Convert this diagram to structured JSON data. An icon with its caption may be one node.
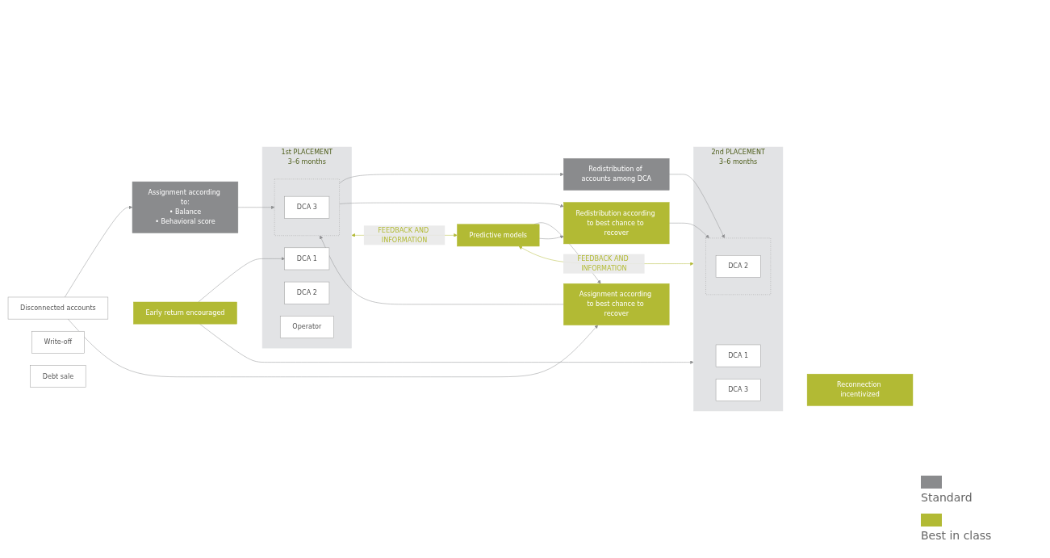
{
  "diagram": {
    "nodes": [
      {
        "text": [
          "Disconnected accounts"
        ]
      },
      {
        "text": [
          "Assignment according to:",
          "• Balance",
          "• Behavioral score"
        ]
      },
      {
        "text": [
          "Assignment according to best chance to recover"
        ]
      },
      {
        "text": [
          "1st PLACEMENT",
          "3–6 months"
        ]
      },
      {
        "text": [
          "DCA 1"
        ],
        "in": 3
      },
      {
        "text": [
          "DCA 2"
        ],
        "in": 3
      },
      {
        "text": [],
        "shape": "box",
        "in": 3
      },
      {
        "text": [
          "DCA 3"
        ],
        "in": 6
      },
      {
        "text": [
          "Operator"
        ],
        "in": 3
      },
      {
        "text": [
          "Early return encouraged"
        ]
      },
      {
        "text": [
          "Redistribution of accounts among DCA"
        ]
      },
      {
        "text": [
          "Redistribution according to best chance to recover"
        ]
      },
      {
        "text": [
          "2nd PLACEMENT",
          "3–6 months"
        ]
      },
      {
        "text": [
          "DCA 1"
        ],
        "in": 12
      },
      {
        "text": [],
        "shape": "box",
        "in": 12
      },
      {
        "text": [
          "DCA 2"
        ],
        "in": 14
      },
      {
        "text": [
          "DCA 3"
        ],
        "in": 12
      },
      {
        "text": [
          "Reconnection incentivized"
        ]
      },
      {
        "text": [
          "Write-off"
        ]
      },
      {
        "text": [
          "Debt sale"
        ]
      },
      {
        "text": [
          "Predictive models"
        ]
      }
    ],
    "edges": [
      {
        "from": 0,
        "to": 1,
        "arrow": "to"
      },
      {
        "from": 0,
        "to": 2,
        "arrow": "to"
      },
      {
        "from": 1,
        "to": 6,
        "arrow": "to"
      },
      {
        "from": 2,
        "to": 6,
        "arrow": "to"
      },
      {
        "from": 6,
        "to": 10,
        "arrow": "to"
      },
      {
        "from": 6,
        "to": 11,
        "arrow": "to"
      },
      {
        "from": 10,
        "to": 14,
        "arrow": "to"
      },
      {
        "from": 11,
        "to": 14,
        "arrow": "to"
      },
      {
        "from": 9,
        "to": 4,
        "arrow": "to"
      },
      {
        "from": 9,
        "to": 12,
        "arrow": "to"
      },
      {
        "from": 20,
        "to": 2,
        "arrow": "to"
      },
      {
        "from": 3,
        "to": 20,
        "arrow": "both",
        "label": "FEEDBACK AND INFORMATION",
        "color": "#b2ba34"
      },
      {
        "from": 20,
        "to": 12,
        "arrow": "both",
        "label": "FEEDBACK AND INFORMATION",
        "color": "#b2ba34"
      },
      {
        "from": 20,
        "to": 11,
        "arrow": "to"
      }
    ],
    "legend": [
      {
        "text": "Standard",
        "color": "#8a8b8d"
      },
      {
        "text": "Best in class",
        "color": "#b2ba34"
      }
    ]
  }
}
